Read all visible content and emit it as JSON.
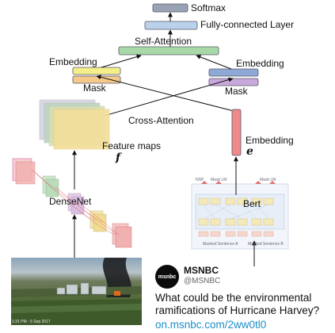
{
  "labels": {
    "softmax": "Softmax",
    "fc_layer": "Fully-connected Layer",
    "self_attention": "Self-Attention",
    "embedding_left": "Embedding",
    "embedding_right": "Embedding",
    "mask_left": "Mask",
    "mask_right": "Mask",
    "cross_attention": "Cross-Attention",
    "feature_maps": "Feature maps",
    "feature_symbol": "f",
    "embedding_text": "Embedding",
    "embedding_symbol": "e",
    "densenet": "DenseNet",
    "bert": "Bert"
  },
  "bert_figure": {
    "nsp": "NSP",
    "mask_lm_1": "Mask LM",
    "mask_lm_2": "Mask LM",
    "masked_sentence_a": "Masked Sentence A",
    "masked_sentence_b": "Masked Sentence B"
  },
  "photo": {
    "timestamp": "1:31 PM - 5 Sep 2017"
  },
  "tweet": {
    "account": "MSNBC",
    "handle": "@MSNBC",
    "avatar_text": "msnbc",
    "text": "What could be the environmental ramifications of Hurricane Harvey?",
    "link": "on.msnbc.com/2ww0tl0"
  },
  "colors": {
    "softmax": "#9aa3b4",
    "fc_layer": "#b9d2ea",
    "self_attention": "#a8d8a8",
    "embedding_left": "#f5ef8a",
    "mask_left": "#f5c98a",
    "embedding_right": "#8fa9d6",
    "mask_right": "#c9a8dc",
    "text_embedding": "#f08a8a",
    "link": "#1d8fc9"
  }
}
